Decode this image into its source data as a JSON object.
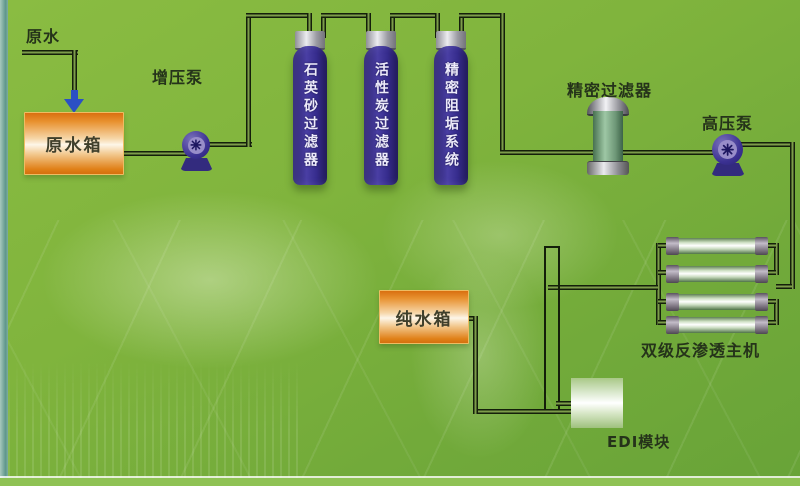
{
  "labels": {
    "raw_water": "原水",
    "booster_pump": "增压泵",
    "precision_filter": "精密过滤器",
    "high_pressure_pump": "高压泵",
    "ro_unit": "双级反渗透主机",
    "edi_module": "EDI模块"
  },
  "vessels": {
    "raw_tank": {
      "label": "原水箱"
    },
    "pure_tank": {
      "label": "纯水箱"
    },
    "filter_tanks": [
      {
        "label": "石英砂过滤器"
      },
      {
        "label": "活性炭过滤器"
      },
      {
        "label": "精密阻垢系统"
      }
    ]
  },
  "colors": {
    "background_green": "#7db43d",
    "pipe_dark": "#141f0a",
    "tank_orange": "#e07c14",
    "vessel_blue": "#3b3192",
    "pump_purple": "#3b3192",
    "filter_cylinder_green": "#7fa887",
    "membrane_silver_green": "#cfe0c4",
    "arrow_blue": "#2b50c4",
    "label_text": "#25331a",
    "vessel_text": "#ffffff",
    "left_strip_teal": "#5e968b"
  }
}
